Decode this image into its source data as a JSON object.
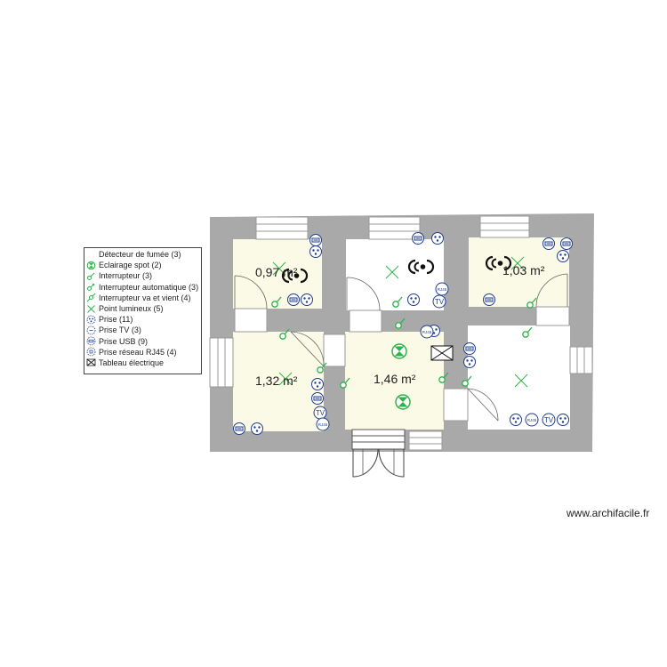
{
  "legend": {
    "items": [
      {
        "label": "Détecteur de fumée (3)",
        "icon": "smoke-detector-icon"
      },
      {
        "label": "Eclairage spot (2)",
        "icon": "spot-light-icon"
      },
      {
        "label": "Interrupteur (3)",
        "icon": "switch-icon"
      },
      {
        "label": "Interrupteur automatique (3)",
        "icon": "auto-switch-icon"
      },
      {
        "label": "Interrupteur va et vient (4)",
        "icon": "two-way-switch-icon"
      },
      {
        "label": "Point lumineux (5)",
        "icon": "light-point-icon"
      },
      {
        "label": "Prise (11)",
        "icon": "outlet-icon"
      },
      {
        "label": "Prise TV (3)",
        "icon": "tv-outlet-icon"
      },
      {
        "label": "Prise USB (9)",
        "icon": "usb-outlet-icon"
      },
      {
        "label": "Prise réseau RJ45 (4)",
        "icon": "rj45-outlet-icon"
      },
      {
        "label": "Tableau électrique",
        "icon": "electrical-panel-icon"
      }
    ]
  },
  "rooms": [
    {
      "area": "0,97 m²"
    },
    {
      "area": "1,03 m²"
    },
    {
      "area": "1,32 m²"
    },
    {
      "area": "1,46 m²"
    }
  ],
  "symbols": {
    "tv_label": "TV",
    "rj45_label": "RJ45"
  },
  "colors": {
    "wall": "#a9a9a9",
    "room_beige": "#fbfae6",
    "room_white": "#ffffff",
    "symbol_green": "#2db34a",
    "symbol_blue": "#1f3d8a"
  },
  "watermark": "www.archifacile.fr"
}
